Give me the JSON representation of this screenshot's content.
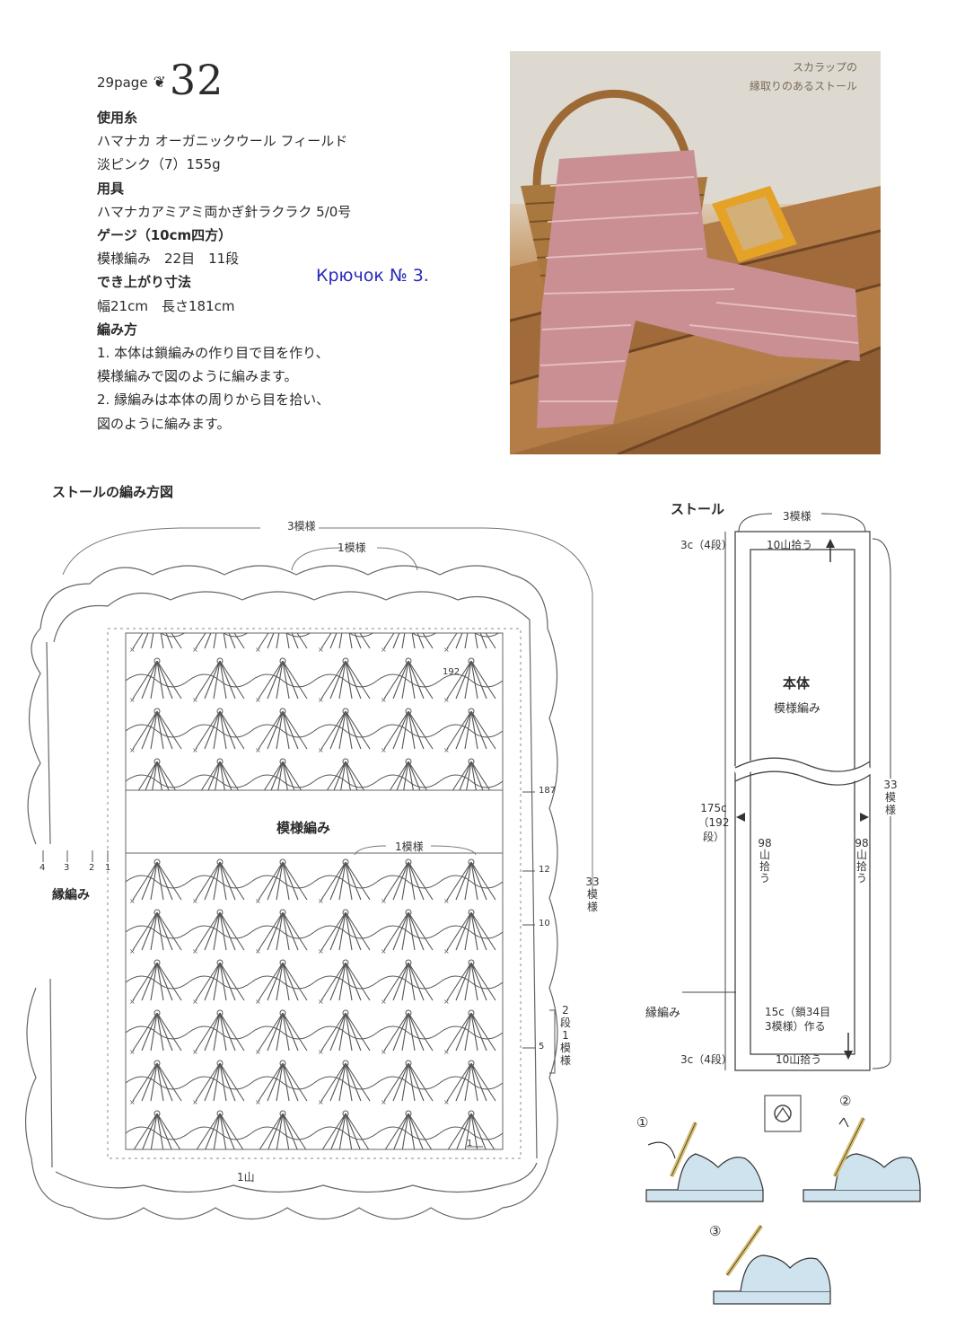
{
  "header": {
    "page_ref": "29page",
    "pattern_no": "32"
  },
  "instructions": {
    "yarn_heading": "使用糸",
    "yarn_lines": [
      "ハマナカ オーガニックウール フィールド",
      "淡ピンク（7）155g"
    ],
    "tools_heading": "用具",
    "tools_lines": [
      "ハマナカアミアミ両かぎ針ラクラク 5/0号"
    ],
    "gauge_heading": "ゲージ（10cm四方）",
    "gauge_lines": [
      "模様編み　22目　11段"
    ],
    "size_heading": "でき上がり寸法",
    "size_lines": [
      "幅21cm　長さ181cm"
    ],
    "method_heading": "編み方",
    "method_lines": [
      "1. 本体は鎖編みの作り目で目を作り、",
      "模様編みで図のように編みます。",
      "2. 縁編みは本体の周りから目を拾い、",
      "図のように編みます。"
    ]
  },
  "hook_note": "Крючок № 3.",
  "photo": {
    "caption_lines": [
      "スカラップの",
      "縁取りのあるストール"
    ]
  },
  "chart": {
    "title": "ストールの編み方図",
    "top_width_label": "3模様",
    "repeat_label_top": "1模様",
    "center_label": "模様編み",
    "repeat_label_mid": "1模様",
    "side_label": [
      "33",
      "模",
      "様"
    ],
    "row_192": "192",
    "row_187": "187",
    "row_12": "12",
    "row_10": "10",
    "row_5": "5",
    "row_1": "1",
    "row_bracket_label": [
      "2",
      "段",
      "1",
      "模",
      "様"
    ],
    "edge_round_labels": [
      "4",
      "3",
      "2",
      "1"
    ],
    "edge_label": "縁編み",
    "bottom_label": "1山"
  },
  "schematic": {
    "title": "ストール",
    "top_label": "3模様",
    "top_border": "3c（4段）",
    "top_pickup": "10山拾う",
    "body_label": "本体",
    "body_sub": "模様編み",
    "length_label": [
      "175c",
      "（192段）"
    ],
    "left_pickup": [
      "98",
      "山",
      "拾",
      "う"
    ],
    "right_pickup": [
      "98",
      "山",
      "拾",
      "う"
    ],
    "right_side": [
      "33",
      "模",
      "様"
    ],
    "edge_label": "縁編み",
    "cast_on": [
      "15c（鎖34目",
      "3模様）作る"
    ],
    "bottom_pickup": "10山拾う",
    "bottom_border": "3c（4段）"
  },
  "steps": {
    "step1": "①",
    "step2": "②",
    "step3": "③"
  },
  "colors": {
    "yarn_pink": "#c98f93",
    "ink": "#2b2b2b",
    "note_blue": "#2a2ab8",
    "wood": "#a56e3e"
  }
}
